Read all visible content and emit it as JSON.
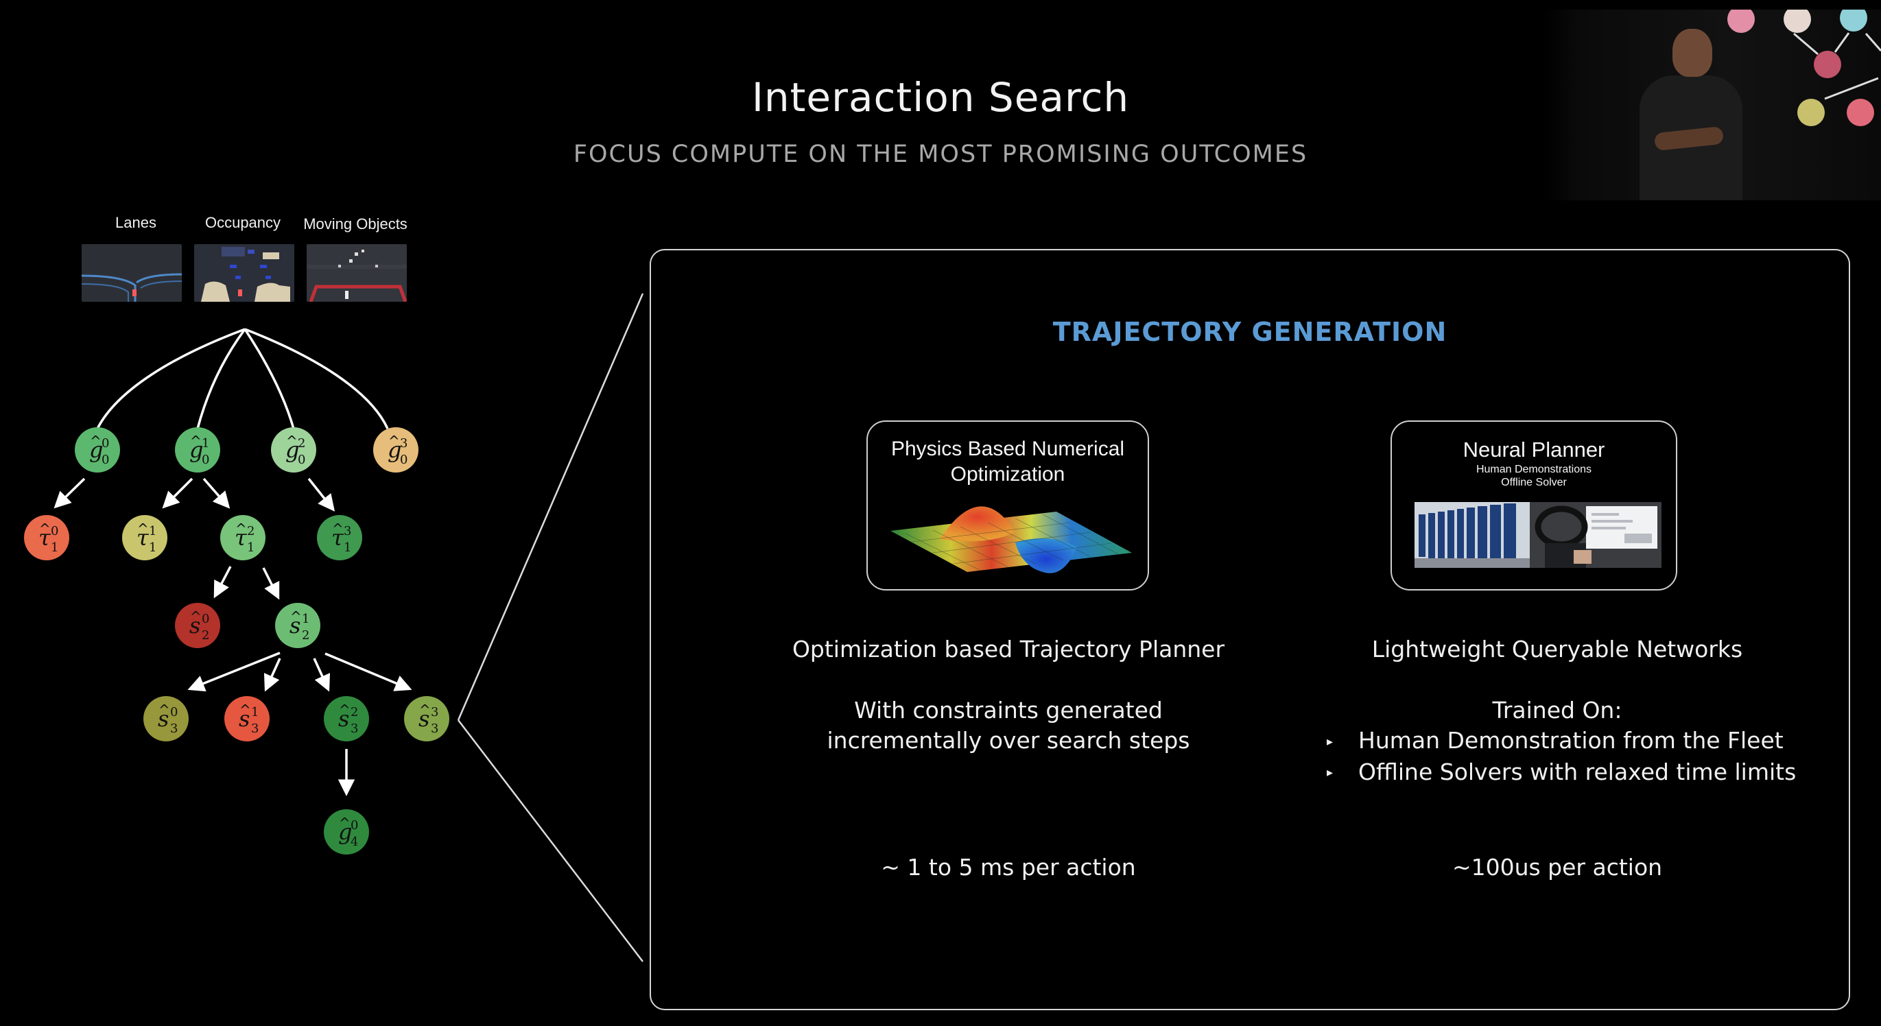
{
  "header": {
    "title": "Interaction Search",
    "subtitle": "FOCUS COMPUTE ON THE MOST PROMISING OUTCOMES"
  },
  "inputs": {
    "lanes_label": "Lanes",
    "occupancy_label": "Occupancy",
    "moving_objects_label": "Moving Objects"
  },
  "tree": {
    "nodes": [
      {
        "id": "g00",
        "base": "g",
        "hat": "^",
        "sup": "0",
        "sub": "0",
        "color": "#5cb86e"
      },
      {
        "id": "g01",
        "base": "g",
        "hat": "^",
        "sup": "1",
        "sub": "0",
        "color": "#5cb86e"
      },
      {
        "id": "g02",
        "base": "g",
        "hat": "^",
        "sup": "2",
        "sub": "0",
        "color": "#9ed39a"
      },
      {
        "id": "g03",
        "base": "g",
        "hat": "^",
        "sup": "3",
        "sub": "0",
        "color": "#e6bd7a"
      },
      {
        "id": "t10",
        "base": "τ",
        "hat": "^",
        "sup": "0",
        "sub": "1",
        "color": "#ea6a4c"
      },
      {
        "id": "t11",
        "base": "τ",
        "hat": "^",
        "sup": "1",
        "sub": "1",
        "color": "#c9c56d"
      },
      {
        "id": "t12",
        "base": "τ",
        "hat": "^",
        "sup": "2",
        "sub": "1",
        "color": "#78c47a"
      },
      {
        "id": "t13",
        "base": "τ",
        "hat": "^",
        "sup": "3",
        "sub": "1",
        "color": "#3f9a50"
      },
      {
        "id": "s20",
        "base": "s",
        "hat": "^",
        "sup": "0",
        "sub": "2",
        "color": "#b3322a"
      },
      {
        "id": "s21",
        "base": "s",
        "hat": "^",
        "sup": "1",
        "sub": "2",
        "color": "#6cbd73"
      },
      {
        "id": "s30",
        "base": "s",
        "hat": "^",
        "sup": "0",
        "sub": "3",
        "color": "#97973b"
      },
      {
        "id": "s31",
        "base": "s",
        "hat": "^",
        "sup": "1",
        "sub": "3",
        "color": "#e5573f"
      },
      {
        "id": "s32",
        "base": "s",
        "hat": "^",
        "sup": "2",
        "sub": "3",
        "color": "#2f8a3e"
      },
      {
        "id": "s33",
        "base": "s",
        "hat": "^",
        "sup": "3",
        "sub": "3",
        "color": "#86a64a"
      },
      {
        "id": "g40",
        "base": "g",
        "hat": "^",
        "sup": "0",
        "sub": "4",
        "color": "#2f8a3e"
      }
    ]
  },
  "panel": {
    "title": "TRAJECTORY GENERATION",
    "left": {
      "box_title_line1": "Physics Based Numerical",
      "box_title_line2": "Optimization",
      "desc_title": "Optimization based Trajectory Planner",
      "desc_line1": "With constraints generated",
      "desc_line2": "incrementally over search steps",
      "timing": "~ 1 to 5 ms per action"
    },
    "right": {
      "box_title": "Neural Planner",
      "box_sub1": "Human Demonstrations",
      "box_sub2": "Offline Solver",
      "desc_title": "Lightweight Queryable Networks",
      "trained_on": "Trained On:",
      "bullets": [
        "Human Demonstration from the Fleet",
        "Offline Solvers with relaxed time limits"
      ],
      "bullet_glyph": "▸",
      "timing": "~100us per action"
    }
  }
}
